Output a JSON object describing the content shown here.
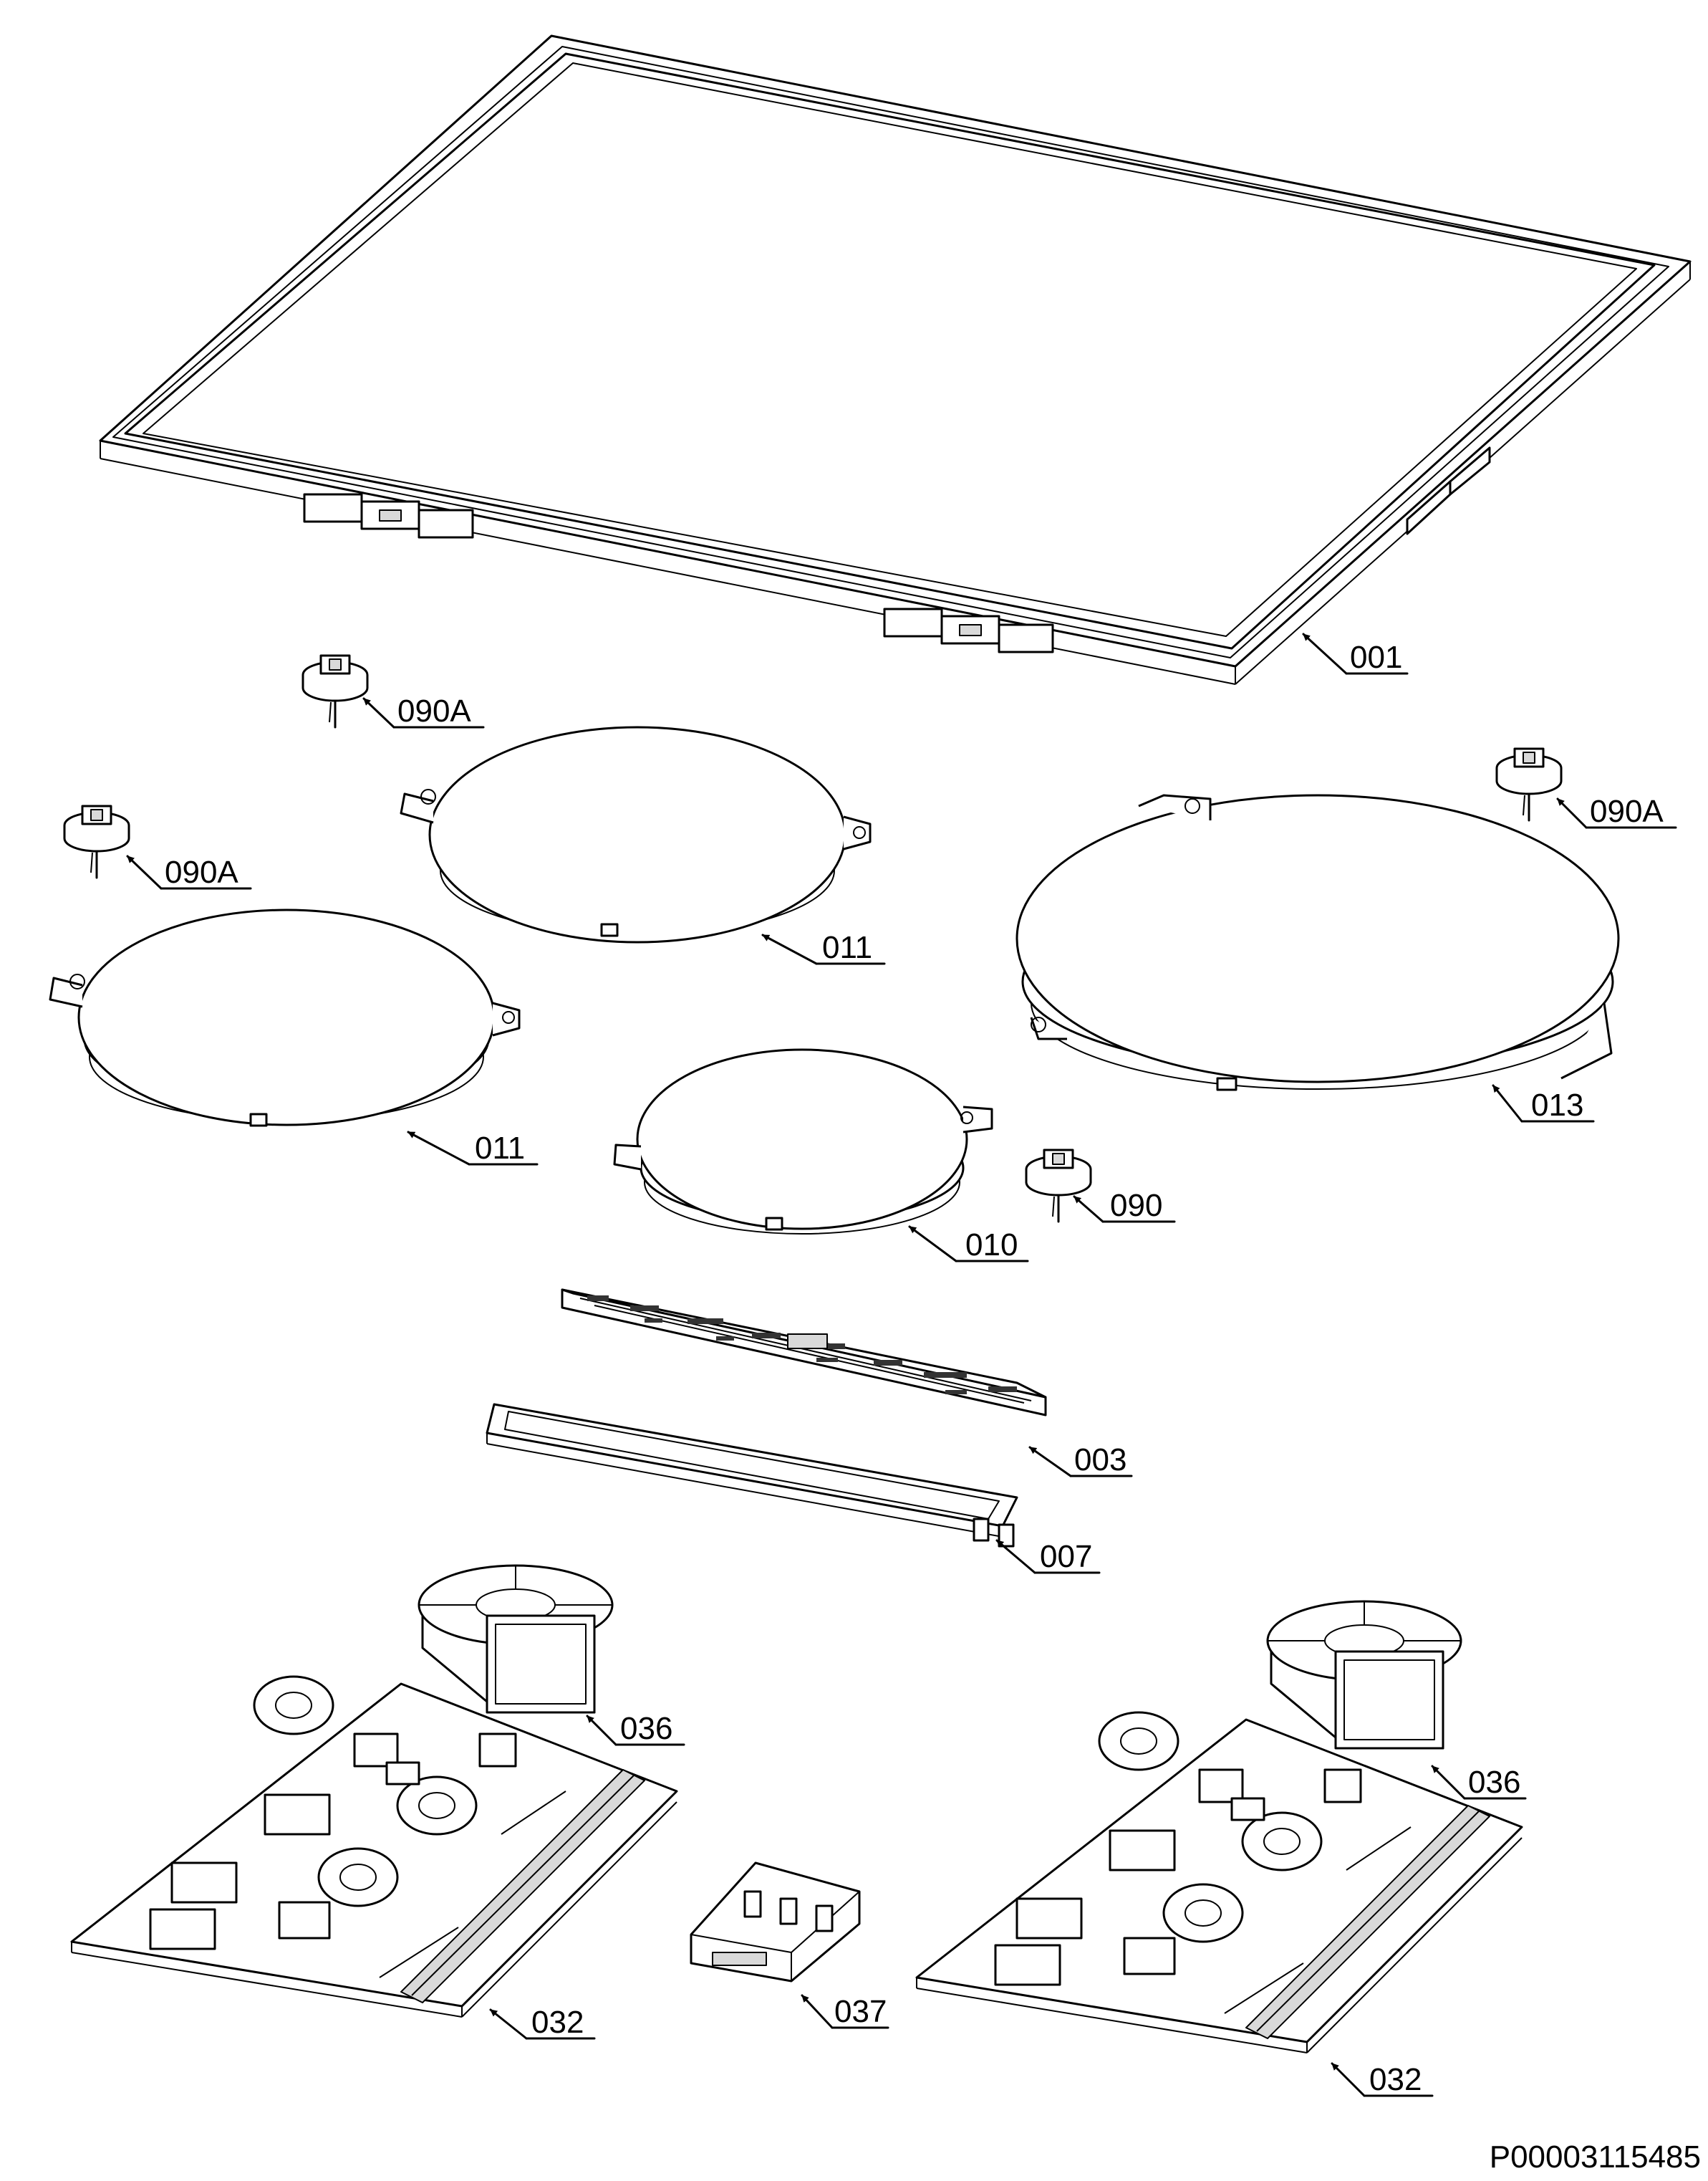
{
  "diagram": {
    "document_id": "P00003115485",
    "callouts": [
      {
        "id": "cooktop-glass",
        "label": "001"
      },
      {
        "id": "sensor-a-1",
        "label": "090A"
      },
      {
        "id": "sensor-a-2",
        "label": "090A"
      },
      {
        "id": "sensor-a-3",
        "label": "090A"
      },
      {
        "id": "coil-rear-left",
        "label": "011"
      },
      {
        "id": "coil-front-left",
        "label": "011"
      },
      {
        "id": "coil-large-right",
        "label": "013"
      },
      {
        "id": "coil-small-center",
        "label": "010"
      },
      {
        "id": "sensor-b",
        "label": "090"
      },
      {
        "id": "control-board",
        "label": "003"
      },
      {
        "id": "board-frame",
        "label": "007"
      },
      {
        "id": "fan-left",
        "label": "036"
      },
      {
        "id": "fan-right",
        "label": "036"
      },
      {
        "id": "power-board-left",
        "label": "032"
      },
      {
        "id": "filter-module",
        "label": "037"
      },
      {
        "id": "power-board-right",
        "label": "032"
      }
    ]
  }
}
